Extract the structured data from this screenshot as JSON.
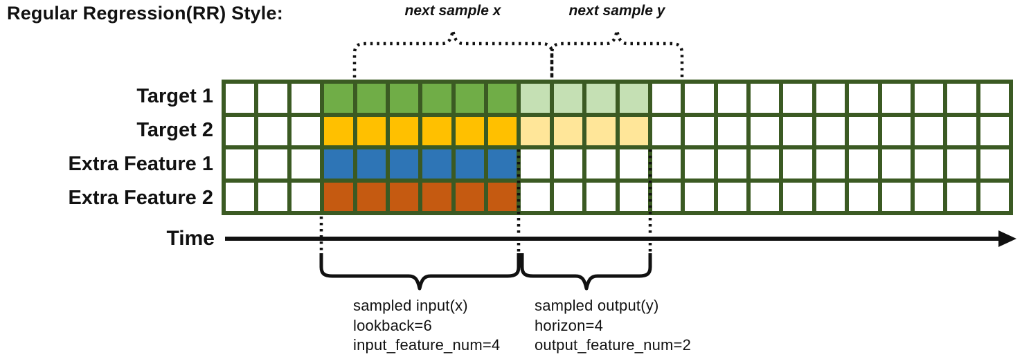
{
  "title": "Regular Regression(RR) Style:",
  "palette": {
    "grid_line": "#3B5A23",
    "green": "#70AD47",
    "light_green": "#C5E0B4",
    "yellow": "#FFC000",
    "light_yellow": "#FFE699",
    "blue": "#2E75B6",
    "orange": "#C55A11",
    "white": "#FFFFFF",
    "ink": "#111111"
  },
  "top_braces": {
    "next_sample_x_label": "next sample x",
    "next_sample_y_label": "next sample y"
  },
  "grid": {
    "columns": 24,
    "rows": [
      {
        "label": "Target 1",
        "segments": [
          {
            "count": 3,
            "color": "white"
          },
          {
            "count": 6,
            "color": "green"
          },
          {
            "count": 4,
            "color": "light_green"
          },
          {
            "count": 11,
            "color": "white"
          }
        ]
      },
      {
        "label": "Target 2",
        "segments": [
          {
            "count": 3,
            "color": "white"
          },
          {
            "count": 6,
            "color": "yellow"
          },
          {
            "count": 4,
            "color": "light_yellow"
          },
          {
            "count": 11,
            "color": "white"
          }
        ]
      },
      {
        "label": "Extra Feature 1",
        "segments": [
          {
            "count": 3,
            "color": "white"
          },
          {
            "count": 6,
            "color": "blue"
          },
          {
            "count": 15,
            "color": "white"
          }
        ]
      },
      {
        "label": "Extra Feature 2",
        "segments": [
          {
            "count": 3,
            "color": "white"
          },
          {
            "count": 6,
            "color": "orange"
          },
          {
            "count": 15,
            "color": "white"
          }
        ]
      }
    ]
  },
  "time_axis": {
    "label": "Time"
  },
  "bottom_annotations": {
    "input_block": {
      "lines": [
        "sampled input(x)",
        "lookback=6",
        "input_feature_num=4"
      ]
    },
    "output_block": {
      "lines": [
        "sampled output(y)",
        "horizon=4",
        "output_feature_num=2"
      ]
    }
  }
}
